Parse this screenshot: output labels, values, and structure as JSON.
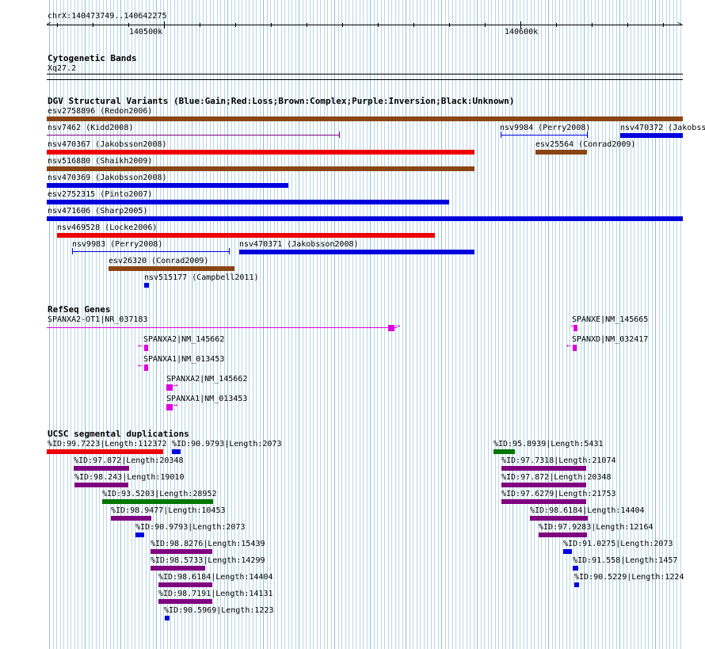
{
  "ruler": {
    "coords": "chrX:140473749..140642275",
    "tick1": "140500k",
    "tick2": "140600k"
  },
  "colors": {
    "gain": "#0000dd",
    "loss": "#ee0000",
    "complex": "#8b4513",
    "unknown": "#000000",
    "purple": "#800080",
    "green": "#007700",
    "gene": "#dd00dd",
    "grid": "#b7d6e6"
  },
  "tracks": {
    "cyto_title": "Cytogenetic Bands",
    "cyto_band": "Xq27.2",
    "dgv_title": "DGV Structural Variants (Blue:Gain;Red:Loss;Brown:Complex;Purple:Inversion;Black:Unknown)",
    "refseq_title": "RefSeq Genes",
    "segdup_title": "UCSC segmental duplications"
  },
  "dgv": [
    {
      "label": "esv2758896 (Redon2006)",
      "color": "complex"
    },
    {
      "label": "nsv7462 (Kidd2008)",
      "color": "purple"
    },
    {
      "label": "nsv9984 (Perry2008)",
      "color": "gain"
    },
    {
      "label": "nsv470372 (Jakobss",
      "color": "gain"
    },
    {
      "label": "nsv470367 (Jakobsson2008)",
      "color": "loss"
    },
    {
      "label": "esv25564 (Conrad2009)",
      "color": "complex"
    },
    {
      "label": "nsv516880 (Shaikh2009)",
      "color": "complex"
    },
    {
      "label": "nsv470369 (Jakobsson2008)",
      "color": "gain"
    },
    {
      "label": "esv2752315 (Pinto2007)",
      "color": "gain"
    },
    {
      "label": "nsv471606 (Sharp2005)",
      "color": "gain"
    },
    {
      "label": "nsv469528 (Locke2006)",
      "color": "loss"
    },
    {
      "label": "nsv9983 (Perry2008)",
      "color": "gain"
    },
    {
      "label": "nsv470371 (Jakobsson2008)",
      "color": "gain"
    },
    {
      "label": "esv26320 (Conrad2009)",
      "color": "complex"
    },
    {
      "label": "nsv515177 (Campbell2011)",
      "color": "gain"
    }
  ],
  "genes": [
    {
      "label": "SPANXA2-OT1|NR_037183"
    },
    {
      "label": "SPANXE|NM_145665"
    },
    {
      "label": "SPANXA2|NM_145662"
    },
    {
      "label": "SPANXD|NM_032417"
    },
    {
      "label": "SPANXA1|NM_013453"
    },
    {
      "label": "SPANXA2|NM_145662"
    },
    {
      "label": "SPANXA1|NM_013453"
    }
  ],
  "segdups": [
    {
      "label": "%ID:99.7223|Length:112372",
      "color": "loss"
    },
    {
      "label": "%ID:90.9793|Length:2073",
      "color": "gain"
    },
    {
      "label": "%ID:95.8939|Length:5431",
      "color": "green"
    },
    {
      "label": "%ID:97.872|Length:20348",
      "color": "purple"
    },
    {
      "label": "%ID:97.7318|Length:21074",
      "color": "purple"
    },
    {
      "label": "%ID:98.243|Length:19010",
      "color": "purple"
    },
    {
      "label": "%ID:97.872|Length:20348",
      "color": "purple"
    },
    {
      "label": "%ID:93.5203|Length:28952",
      "color": "green"
    },
    {
      "label": "%ID:97.6279|Length:21753",
      "color": "purple"
    },
    {
      "label": "%ID:98.9477|Length:10453",
      "color": "purple"
    },
    {
      "label": "%ID:98.6184|Length:14404",
      "color": "purple"
    },
    {
      "label": "%ID:90.9793|Length:2073",
      "color": "gain"
    },
    {
      "label": "%ID:97.9283|Length:12164",
      "color": "purple"
    },
    {
      "label": "%ID:98.8276|Length:15439",
      "color": "purple"
    },
    {
      "label": "%ID:91.0275|Length:2073",
      "color": "gain"
    },
    {
      "label": "%ID:98.5733|Length:14299",
      "color": "purple"
    },
    {
      "label": "%ID:91.558|Length:1457",
      "color": "gain"
    },
    {
      "label": "%ID:98.6184|Length:14404",
      "color": "purple"
    },
    {
      "label": "%ID:90.5229|Length:1224",
      "color": "gain"
    },
    {
      "label": "%ID:98.7191|Length:14131",
      "color": "purple"
    },
    {
      "label": "%ID:90.5969|Length:1223",
      "color": "gain"
    }
  ]
}
